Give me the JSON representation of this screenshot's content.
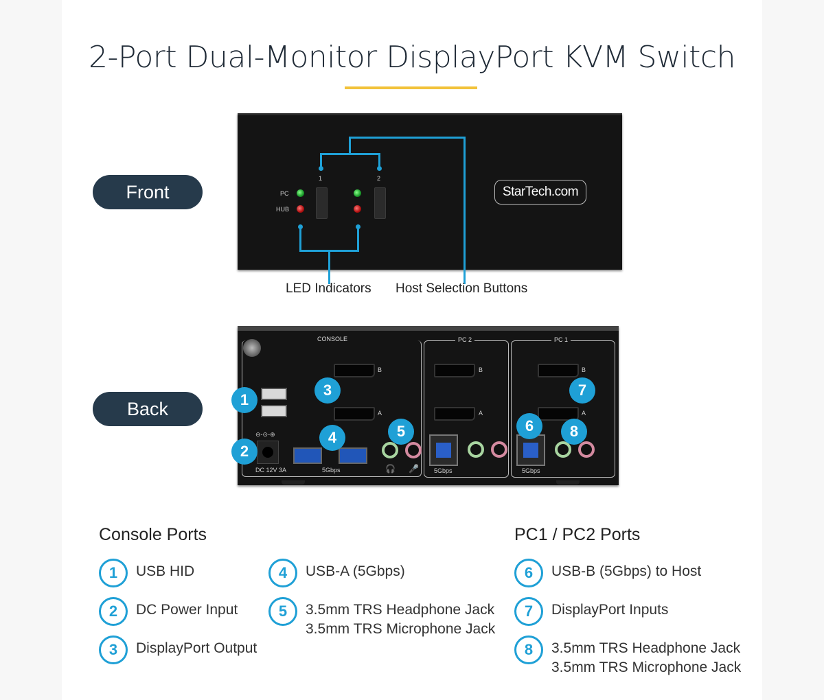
{
  "page": {
    "title": "2-Port Dual-Monitor DisplayPort KVM Switch",
    "accent_color": "#f2c23a",
    "callout_color": "#1fa0d6",
    "pill_color": "#263a4b"
  },
  "front": {
    "label": "Front",
    "led_labels": [
      "PC",
      "HUB"
    ],
    "button_numbers": [
      "1",
      "2"
    ],
    "brand_logo": "StarTech.com",
    "captions": [
      "LED Indicators",
      "Host Selection Buttons"
    ]
  },
  "back": {
    "label": "Back",
    "sections": [
      "CONSOLE",
      "PC 2",
      "PC 1"
    ],
    "port_labels": {
      "dp_b": "B",
      "dp_a": "A",
      "power_rating": "DC 12V 3A",
      "usb_speed": "5Gbps",
      "polarity": "⊖-⊙-⊕"
    },
    "callouts": [
      "1",
      "2",
      "3",
      "4",
      "5",
      "6",
      "7",
      "8"
    ]
  },
  "legend": {
    "console": {
      "heading": "Console Ports",
      "items": [
        {
          "num": "1",
          "text": "USB HID"
        },
        {
          "num": "2",
          "text": "DC Power Input"
        },
        {
          "num": "3",
          "text": "DisplayPort Output"
        },
        {
          "num": "4",
          "text": "USB-A (5Gbps)"
        },
        {
          "num": "5",
          "text": "3.5mm TRS Headphone Jack\n3.5mm TRS Microphone Jack"
        }
      ]
    },
    "pc": {
      "heading": "PC1 / PC2 Ports",
      "items": [
        {
          "num": "6",
          "text": "USB-B (5Gbps) to Host"
        },
        {
          "num": "7",
          "text": "DisplayPort Inputs"
        },
        {
          "num": "8",
          "text": "3.5mm TRS Headphone Jack\n3.5mm TRS Microphone Jack"
        }
      ]
    }
  }
}
